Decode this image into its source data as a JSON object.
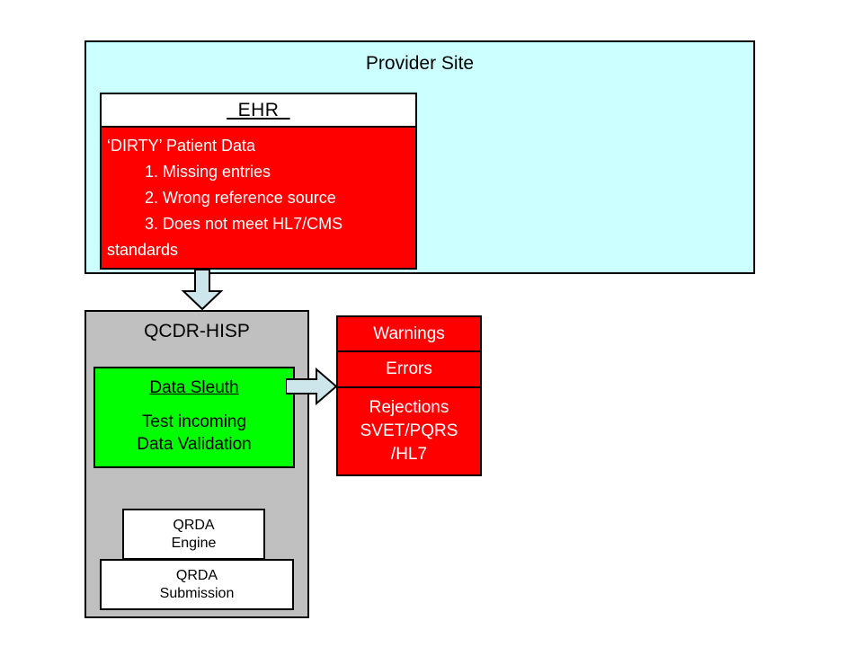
{
  "diagram": {
    "colors": {
      "provider_site_bg": "#ccffff",
      "dirty_data_bg": "#ff0000",
      "hisp_bg": "#c0c0c0",
      "sleuth_bg": "#00ff00",
      "alerts_bg": "#ff0000",
      "arrow_fill": "#cce6ec",
      "outline": "#000000"
    },
    "provider_site": {
      "title": "Provider Site",
      "ehr": {
        "header_label": "_EHR_",
        "dirty_data_heading": "‘DIRTY’ Patient Data",
        "dirty_data_items": [
          "1. Missing entries",
          "2. Wrong reference source",
          "3. Does not meet HL7/CMS"
        ],
        "dirty_data_continuation": "standards"
      }
    },
    "arrows": {
      "ehr_to_hisp": "down-arrow",
      "sleuth_to_alerts": "right-arrow"
    },
    "hisp": {
      "title": "QCDR-HISP",
      "data_sleuth": {
        "title": "Data Sleuth",
        "line1": "Test incoming",
        "line2": "Data Validation"
      },
      "qrda_engine": {
        "line1": "QRDA",
        "line2": "Engine"
      },
      "qrda_submission": {
        "line1": "QRDA",
        "line2": "Submission"
      }
    },
    "alerts": {
      "warnings": "Warnings",
      "errors": "Errors",
      "rejections_line1": "Rejections",
      "rejections_line2": "SVET/PQRS",
      "rejections_line3": "/HL7"
    }
  }
}
